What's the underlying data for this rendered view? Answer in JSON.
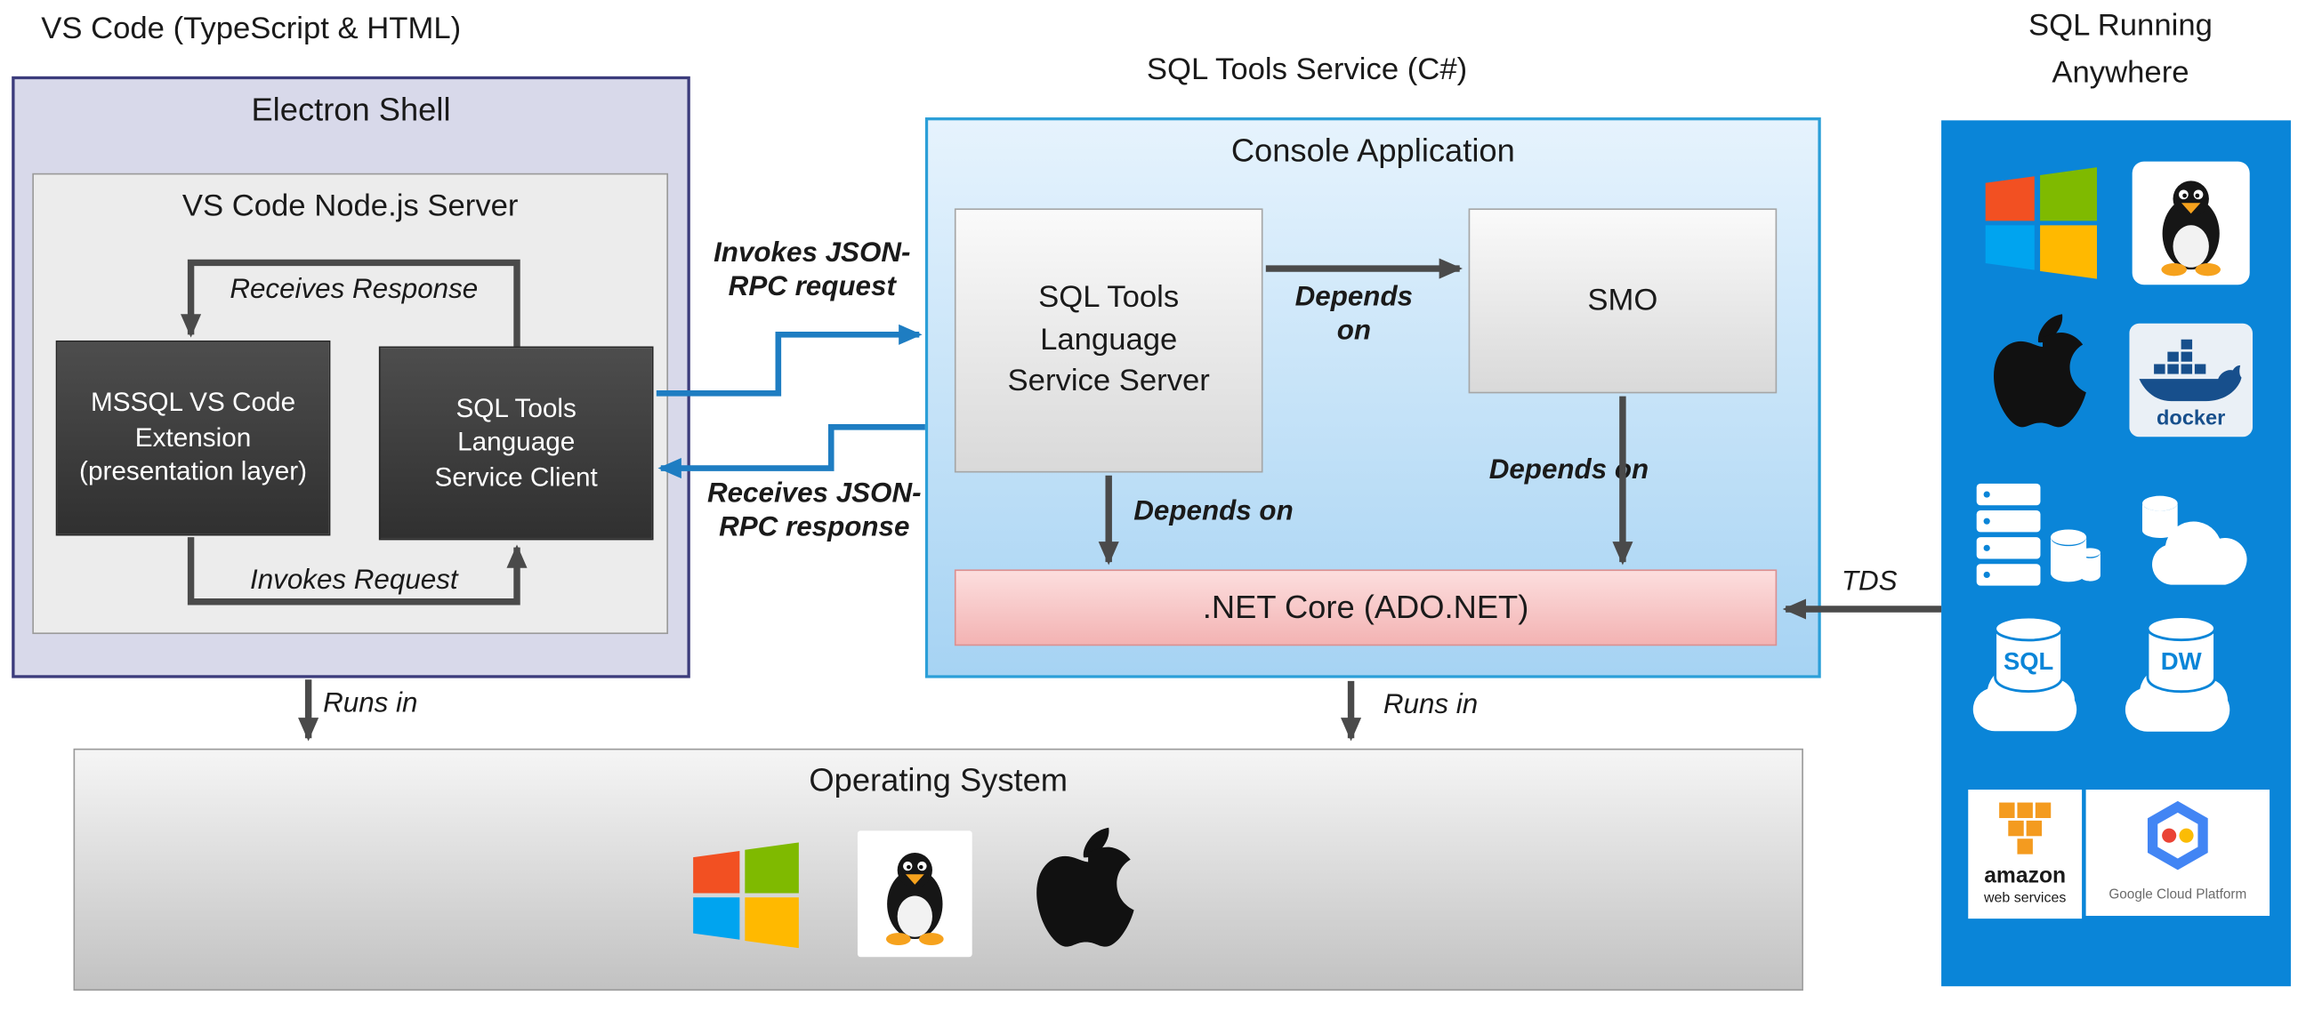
{
  "headers": {
    "vscode": "VS Code (TypeScript & HTML)",
    "sql_tools_service": "SQL Tools Service (C#)",
    "sql_running_anywhere": "SQL Running Anywhere"
  },
  "electron": {
    "title": "Electron Shell",
    "node_server_title": "VS Code Node.js Server",
    "mssql_extension": "MSSQL VS Code Extension (presentation layer)",
    "service_client": "SQL Tools Language Service Client",
    "receives_response": "Receives Response",
    "invokes_request": "Invokes Request",
    "runs_in": "Runs in"
  },
  "connections": {
    "invokes_jsonrpc": "Invokes JSON-RPC request",
    "receives_jsonrpc": "Receives JSON-RPC response",
    "tds": "TDS"
  },
  "console_app": {
    "title": "Console Application",
    "language_service_server": "SQL Tools Language Service Server",
    "smo": "SMO",
    "net_core": ".NET Core (ADO.NET)",
    "depends_on": "Depends on",
    "runs_in": "Runs in"
  },
  "os": {
    "title": "Operating System",
    "icons": [
      "windows-logo-icon",
      "linux-tux-icon",
      "apple-logo-icon"
    ]
  },
  "anywhere": {
    "icons": [
      "windows-logo-icon",
      "linux-tux-icon",
      "apple-logo-icon",
      "docker-logo-icon",
      "server-stack-icon",
      "cloud-database-icon",
      "sql-database-cloud-icon",
      "dw-database-cloud-icon",
      "aws-logo-icon",
      "gcp-logo-icon"
    ],
    "docker_label": "docker",
    "sql_label": "SQL",
    "dw_label": "DW",
    "aws_label_1": "amazon",
    "aws_label_2": "web services",
    "gcp_label": "Google Cloud Platform"
  },
  "colors": {
    "electron_fill": "#d8d9ea",
    "electron_border": "#3c3c7c",
    "dark_box": "#3a3a3a",
    "console_border": "#2b9fd8",
    "console_fill": "#bfe0f7",
    "net_core_fill": "#f6c4c4",
    "blue_panel": "#0a85d8",
    "arrow_dark": "#4a4a4a",
    "arrow_blue": "#1e7dc2",
    "windows_red": "#f25022",
    "windows_green": "#7fba00",
    "windows_blue": "#00a4ef",
    "windows_yellow": "#ffb900"
  }
}
